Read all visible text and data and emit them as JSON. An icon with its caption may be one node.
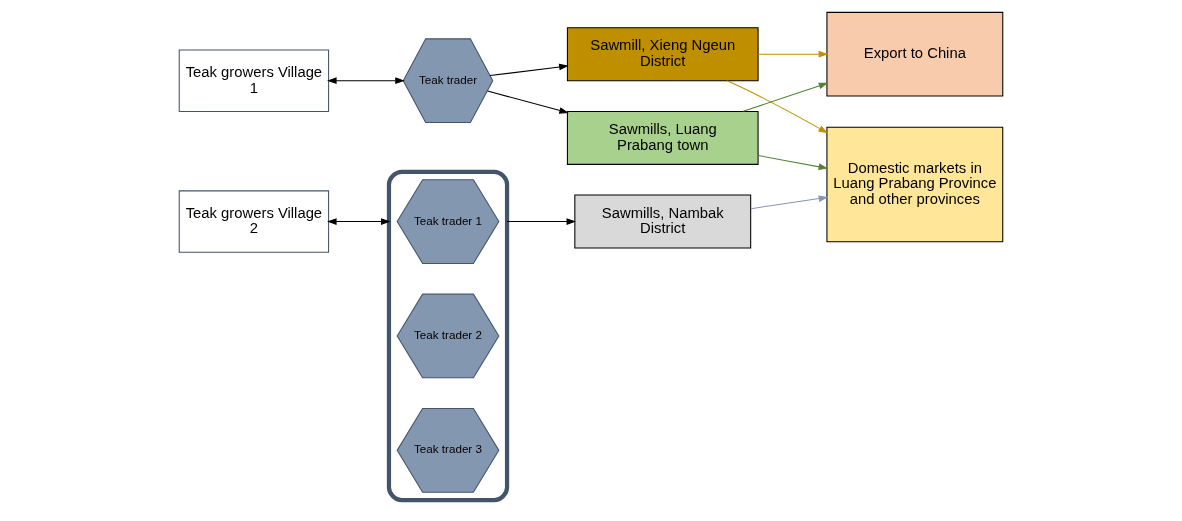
{
  "diagram": {
    "nodes": [
      {
        "text": [
          "Teak growers Village 1"
        ]
      },
      {
        "text": [
          "Teak trader"
        ]
      },
      {
        "text": [
          "Sawmill, Xieng Ngeun District"
        ]
      },
      {
        "text": [
          "Sawmills, Luang Prabang town"
        ]
      },
      {
        "text": [
          "Export to China"
        ]
      },
      {
        "text": [
          "Domestic markets in Luang Prabang Province and other provinces"
        ]
      },
      {
        "text": [
          "Teak growers Village 2"
        ]
      },
      {
        "text": [],
        "shape": "bracket"
      },
      {
        "text": [
          "Teak trader 1"
        ],
        "in": 7
      },
      {
        "text": [
          "Teak trader 2"
        ],
        "in": 7
      },
      {
        "text": [
          "Teak trader 3"
        ],
        "in": 7
      },
      {
        "text": [
          "Sawmills, Nambak District"
        ]
      }
    ],
    "edges": [
      {
        "from": 0,
        "to": 1,
        "arrow": "both"
      },
      {
        "from": 1,
        "to": 2,
        "arrow": "to"
      },
      {
        "from": 1,
        "to": 3,
        "arrow": "to"
      },
      {
        "from": 2,
        "to": 4,
        "arrow": "to",
        "color": "#bf8f00"
      },
      {
        "from": 2,
        "to": 5,
        "arrow": "to",
        "color": "#bf8f00"
      },
      {
        "from": 3,
        "to": 4,
        "arrow": "to",
        "color": "#548235"
      },
      {
        "from": 3,
        "to": 5,
        "arrow": "to",
        "color": "#548235"
      },
      {
        "from": 6,
        "to": 7,
        "arrow": "both"
      },
      {
        "from": 7,
        "to": 11,
        "arrow": "to"
      },
      {
        "from": 11,
        "to": 5,
        "arrow": "to",
        "color": "#8497b0"
      }
    ]
  }
}
